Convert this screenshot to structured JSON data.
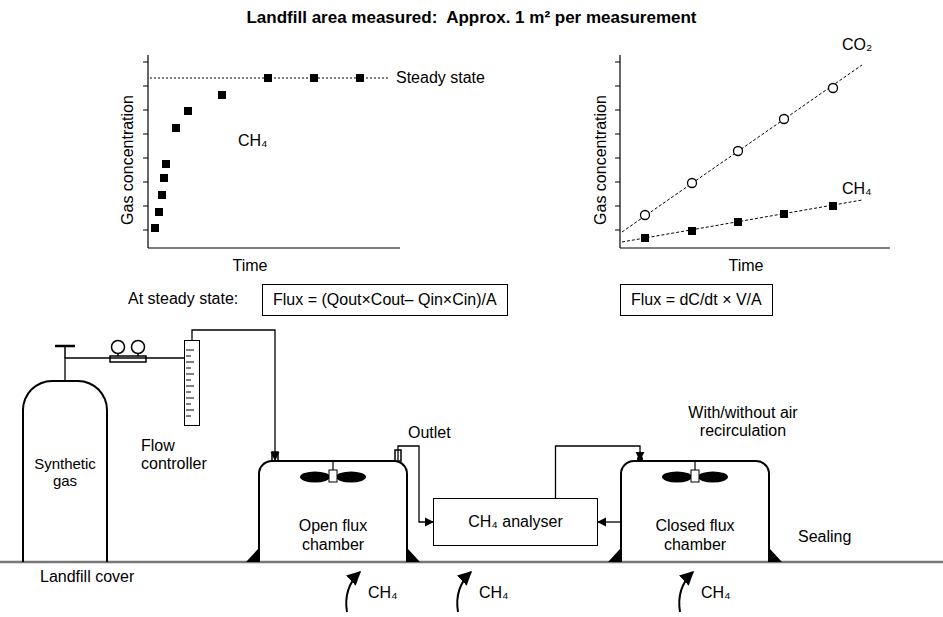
{
  "diagram": {
    "title": "Landfill area measured:  Approx. 1 m² per measurement",
    "nodes": [
      {
        "text": [
          "Flux = (Qout×Cout– Qin×Cin)/A"
        ]
      },
      {
        "text": [
          "Flux = dC/dt × V/A"
        ]
      },
      {
        "text": [
          "Synthetic gas"
        ]
      },
      {
        "text": [
          "Flow controller"
        ]
      },
      {
        "text": [
          "Open flux chamber"
        ]
      },
      {
        "text": [
          "CH₄ analyser"
        ]
      },
      {
        "text": [
          "Closed flux chamber"
        ]
      }
    ],
    "edges": [
      {
        "from": 2,
        "to": 3,
        "arrow": "none"
      },
      {
        "from": 3,
        "to": 4,
        "arrow": "to"
      },
      {
        "from": 4,
        "to": 5,
        "arrow": "to"
      },
      {
        "from": 5,
        "to": 6,
        "arrow": "to"
      },
      {
        "from": 6,
        "to": 5,
        "arrow": "to"
      }
    ],
    "labels": [
      "Gas concentration",
      "Time",
      "Steady state",
      "CH₄",
      "Gas concentration",
      "Time",
      "CO₂",
      "CH₄",
      "At steady state:",
      "Outlet",
      "With/without air recirculation",
      "Sealing",
      "Landfill cover",
      "CH₄",
      "CH₄",
      "CH₄"
    ]
  }
}
